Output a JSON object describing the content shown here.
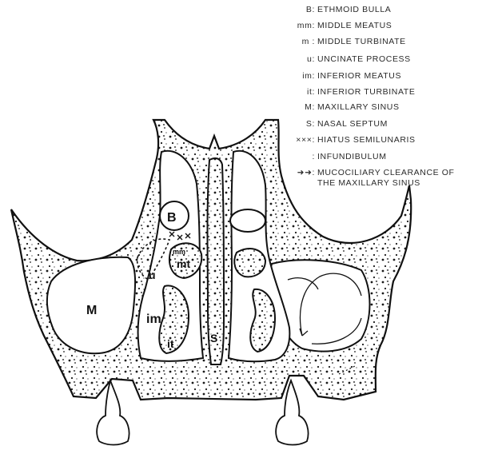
{
  "legend": [
    {
      "abbr": "B:",
      "text": "ETHMOID BULLA"
    },
    {
      "abbr": "mm:",
      "text": "MIDDLE MEATUS"
    },
    {
      "abbr": "m :",
      "text": "MIDDLE TURBINATE"
    },
    {
      "abbr": "u:",
      "text": "UNCINATE PROCESS"
    },
    {
      "abbr": "im:",
      "text": "INFERIOR MEATUS"
    },
    {
      "abbr": "it:",
      "text": "INFERIOR TURBINATE"
    },
    {
      "abbr": "M:",
      "text": "MAXILLARY SINUS"
    },
    {
      "abbr": "S:",
      "text": "NASAL SEPTUM"
    },
    {
      "abbr": "×××:",
      "text": "HIATUS SEMILUNARIS"
    },
    {
      "abbr": ":",
      "text": "INFUNDIBULUM"
    },
    {
      "abbr": "➜➜:",
      "text": "MUCOCILIARY CLEARANCE OF"
    },
    {
      "abbr": "",
      "text": "THE MAXILLARY SINUS"
    }
  ],
  "labels": {
    "B": "B",
    "mm": "mm",
    "mt": "mt",
    "u": "u",
    "M": "M",
    "im": "im",
    "it": "it",
    "S": "S"
  }
}
